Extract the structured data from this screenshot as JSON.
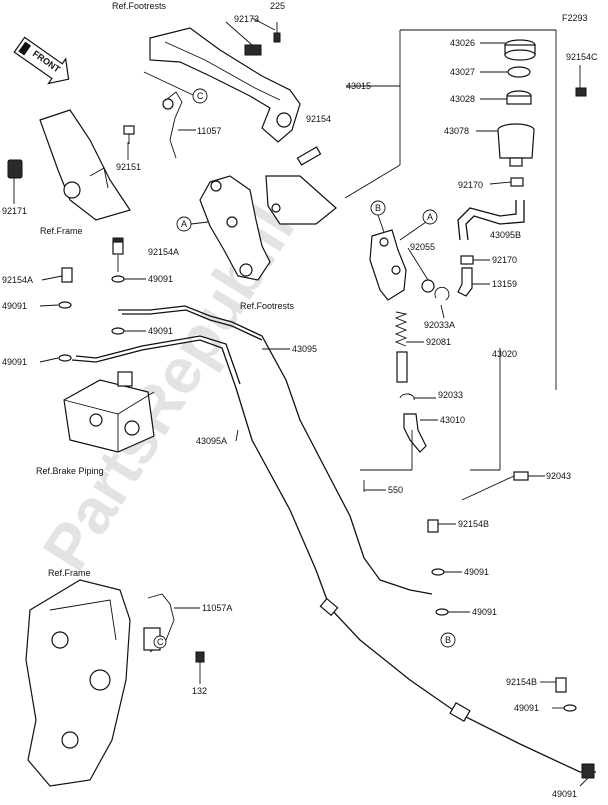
{
  "diagram_code": "F2293",
  "watermark": "PartsRepublik",
  "front_label": "FRONT",
  "labels": {
    "ref_footrests_top": "Ref.Footrests",
    "ref_footrests_mid": "Ref.Footrests",
    "ref_frame_top": "Ref.Frame",
    "ref_frame_bottom": "Ref.Frame",
    "ref_brake_piping": "Ref.Brake Piping"
  },
  "parts": {
    "p225": "225",
    "p92173": "92173",
    "p11057": "11057",
    "p92154": "92154",
    "p92151": "92151",
    "p92171": "92171",
    "p92154A_mid": "92154A",
    "p92154A_left": "92154A",
    "p49091_a": "49091",
    "p49091_b": "49091",
    "p49091_c": "49091",
    "p49091_d": "49091",
    "p43095": "43095",
    "p43095A": "43095A",
    "p43095B": "43095B",
    "p43015": "43015",
    "p43026": "43026",
    "p43027": "43027",
    "p43028": "43028",
    "p43078": "43078",
    "p92154C": "92154C",
    "p92170_a": "92170",
    "p92170_b": "92170",
    "p13159": "13159",
    "p92055": "92055",
    "p92033A": "92033A",
    "p92081": "92081",
    "p43020": "43020",
    "p92033": "92033",
    "p43010": "43010",
    "p550": "550",
    "p92043": "92043",
    "p92154B_a": "92154B",
    "p49091_e": "49091",
    "p49091_f": "49091",
    "p11057A": "11057A",
    "p132": "132",
    "p92154B_b": "92154B",
    "p49091_g": "49091",
    "p49091_h": "49091"
  },
  "callouts": {
    "A1": "A",
    "A2": "A",
    "B1": "B",
    "B2": "B",
    "C1": "C",
    "C2": "C"
  }
}
